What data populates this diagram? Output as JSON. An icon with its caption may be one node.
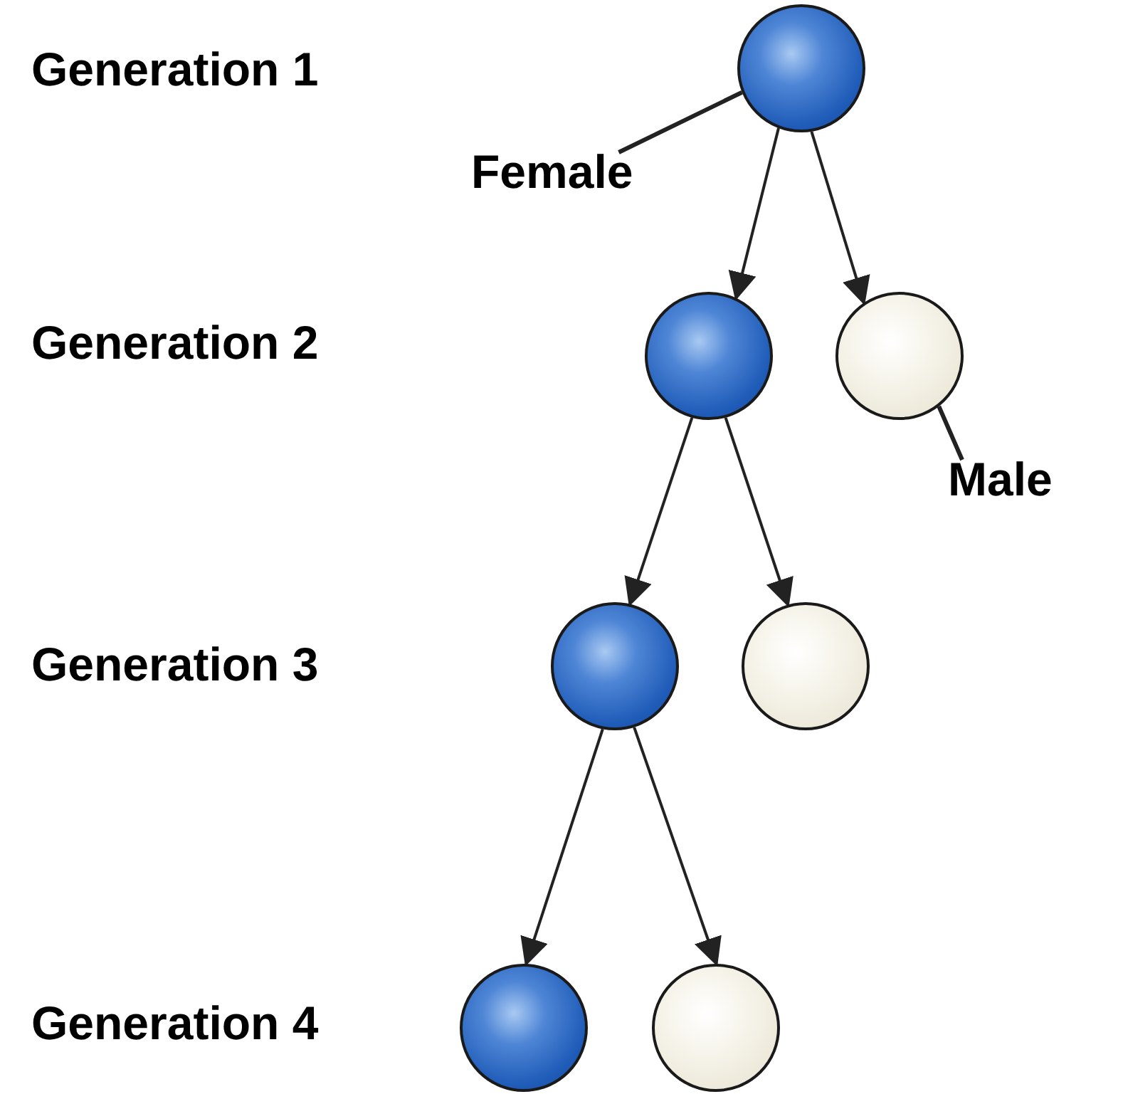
{
  "diagram": {
    "nodes": [
      {
        "text": [],
        "shape": "circle"
      },
      {
        "text": [
          "Female"
        ]
      },
      {
        "text": [],
        "shape": "circle"
      },
      {
        "text": [],
        "shape": "circle"
      },
      {
        "text": [
          "Male"
        ]
      },
      {
        "text": [],
        "shape": "circle"
      },
      {
        "text": [],
        "shape": "circle"
      },
      {
        "text": [],
        "shape": "circle"
      },
      {
        "text": [],
        "shape": "circle"
      }
    ],
    "edges": [
      {
        "from": 1,
        "to": 0,
        "arrow": "none"
      },
      {
        "from": 0,
        "to": 2,
        "arrow": "to"
      },
      {
        "from": 0,
        "to": 3,
        "arrow": "to"
      },
      {
        "from": 4,
        "to": 3,
        "arrow": "none"
      },
      {
        "from": 2,
        "to": 5,
        "arrow": "to"
      },
      {
        "from": 2,
        "to": 6,
        "arrow": "to"
      },
      {
        "from": 5,
        "to": 7,
        "arrow": "to"
      },
      {
        "from": 5,
        "to": 8,
        "arrow": "to"
      }
    ],
    "labels": [
      "Generation 1",
      "Generation 2",
      "Generation 3",
      "Generation 4"
    ]
  }
}
